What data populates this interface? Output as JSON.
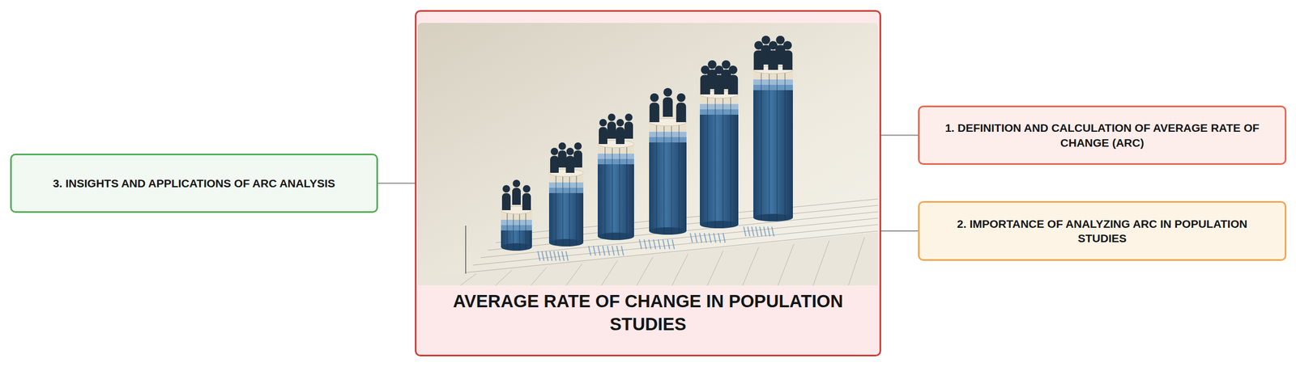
{
  "diagram": {
    "nodes": [
      {
        "text": [
          "AVERAGE RATE OF CHANGE IN POPULATION STUDIES"
        ]
      },
      {
        "text": [
          "1. DEFINITION AND CALCULATION OF AVERAGE RATE OF CHANGE (ARC)"
        ]
      },
      {
        "text": [
          "2. IMPORTANCE OF ANALYZING ARC IN POPULATION STUDIES"
        ]
      },
      {
        "text": [
          "3. INSIGHTS AND APPLICATIONS OF ARC ANALYSIS"
        ]
      }
    ],
    "edges": [
      {
        "from": 0,
        "to": 1,
        "arrow": "none"
      },
      {
        "from": 0,
        "to": 2,
        "arrow": "none"
      },
      {
        "from": 0,
        "to": 3,
        "arrow": "none"
      }
    ]
  }
}
